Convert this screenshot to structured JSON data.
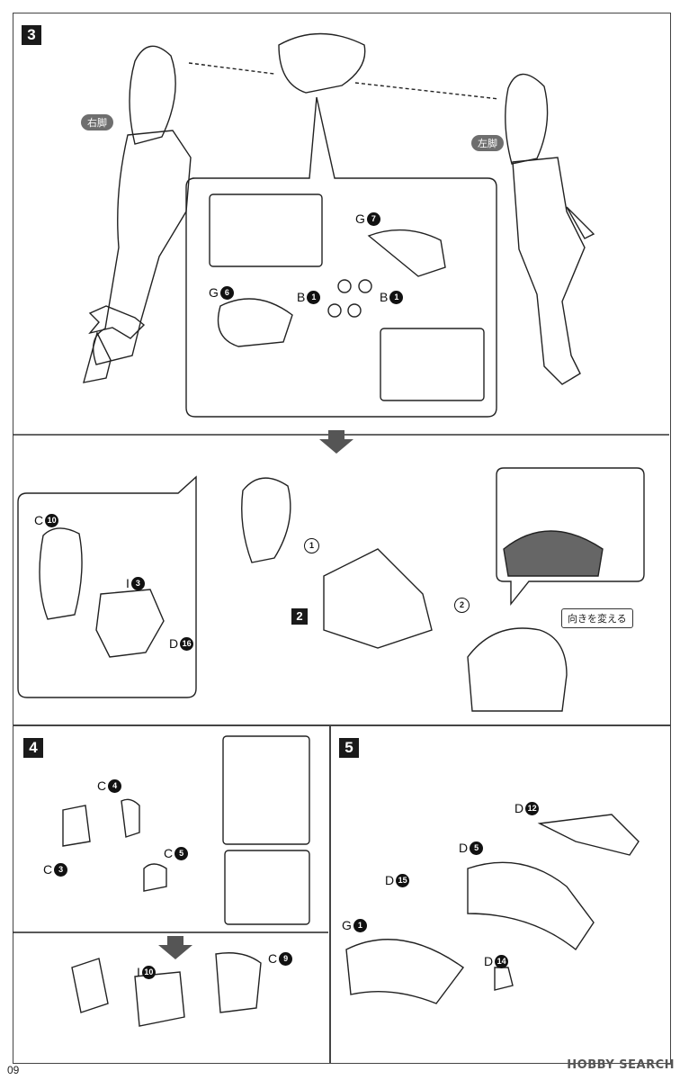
{
  "step3": {
    "num": "3",
    "right_leg": "右脚",
    "left_leg": "左脚"
  },
  "parts_top": {
    "g7": "G",
    "g7n": "7",
    "g6": "G",
    "g6n": "6",
    "b1a": "B",
    "b1an": "1",
    "b1b": "B",
    "b1bn": "1"
  },
  "subassembly": {
    "c10": "C",
    "c10n": "10",
    "i3": "I",
    "i3n": "3",
    "d16": "D",
    "d16n": "16",
    "ref2": "2",
    "arrow1": "1",
    "arrow2": "2",
    "hint": "向きを変える"
  },
  "step4": {
    "num": "4",
    "c4": "C",
    "c4n": "4",
    "c3": "C",
    "c3n": "3",
    "c5": "C",
    "c5n": "5",
    "c9": "C",
    "c9n": "9",
    "i10": "I",
    "i10n": "10"
  },
  "step5": {
    "num": "5",
    "d12": "D",
    "d12n": "12",
    "d5": "D",
    "d5n": "5",
    "d15": "D",
    "d15n": "15",
    "g1": "G",
    "g1n": "1",
    "d14": "D",
    "d14n": "14"
  },
  "footer": {
    "page": "09",
    "brand": "HOBBY SEARCH"
  }
}
